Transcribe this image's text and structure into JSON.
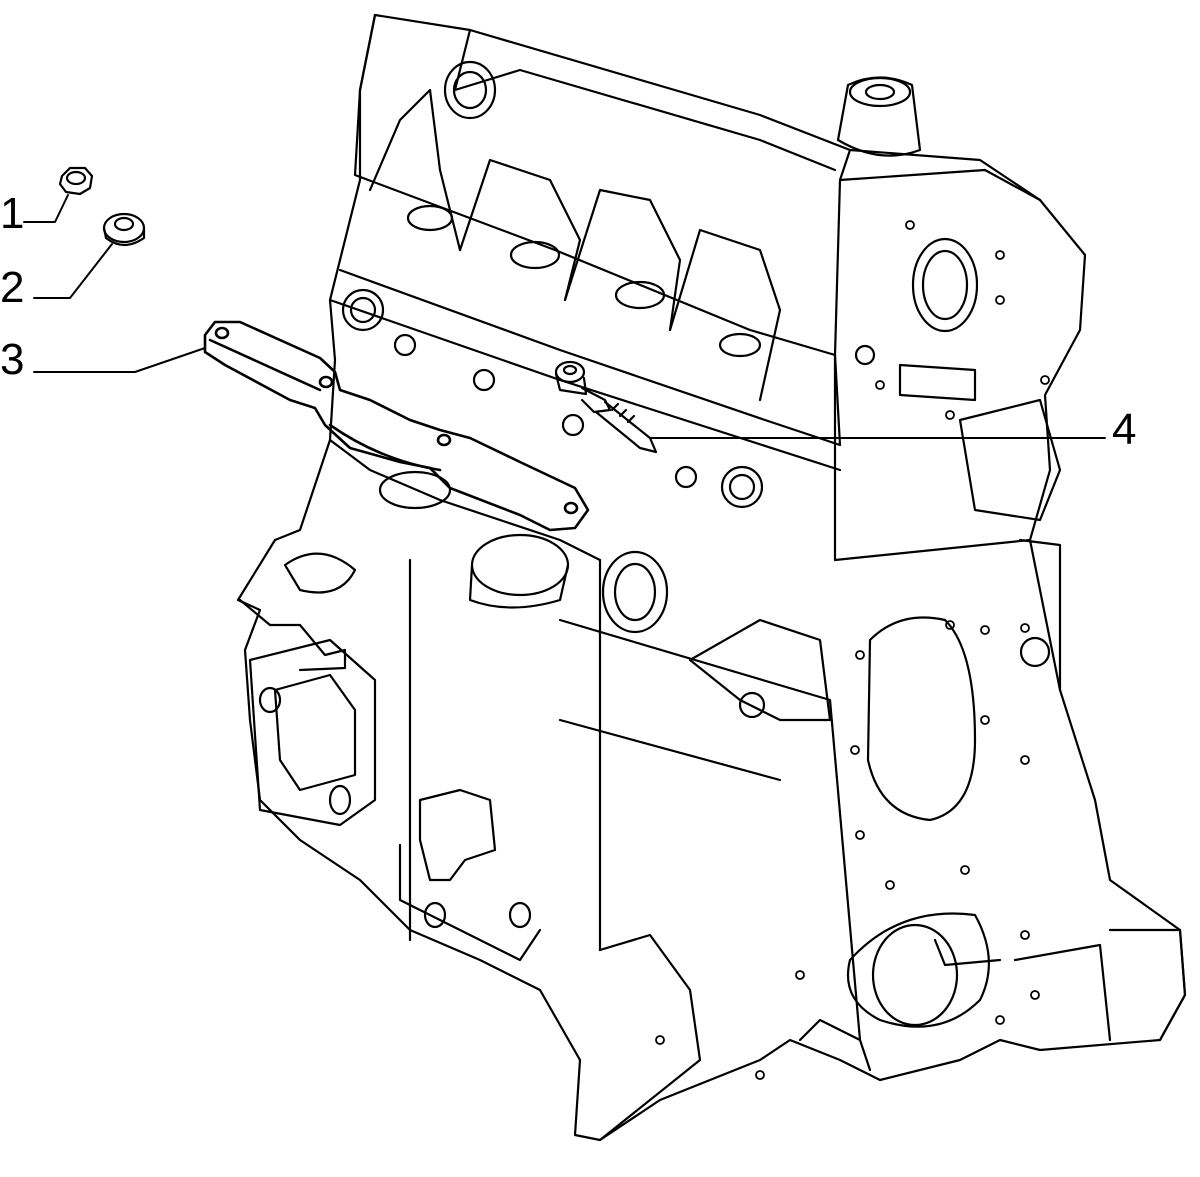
{
  "diagram": {
    "callouts": [
      {
        "id": "1",
        "label": "1",
        "part": "nut"
      },
      {
        "id": "2",
        "label": "2",
        "part": "washer"
      },
      {
        "id": "3",
        "label": "3",
        "part": "bracket"
      },
      {
        "id": "4",
        "label": "4",
        "part": "bolt"
      }
    ]
  },
  "colors": {
    "line": "#000000",
    "background": "#ffffff"
  }
}
